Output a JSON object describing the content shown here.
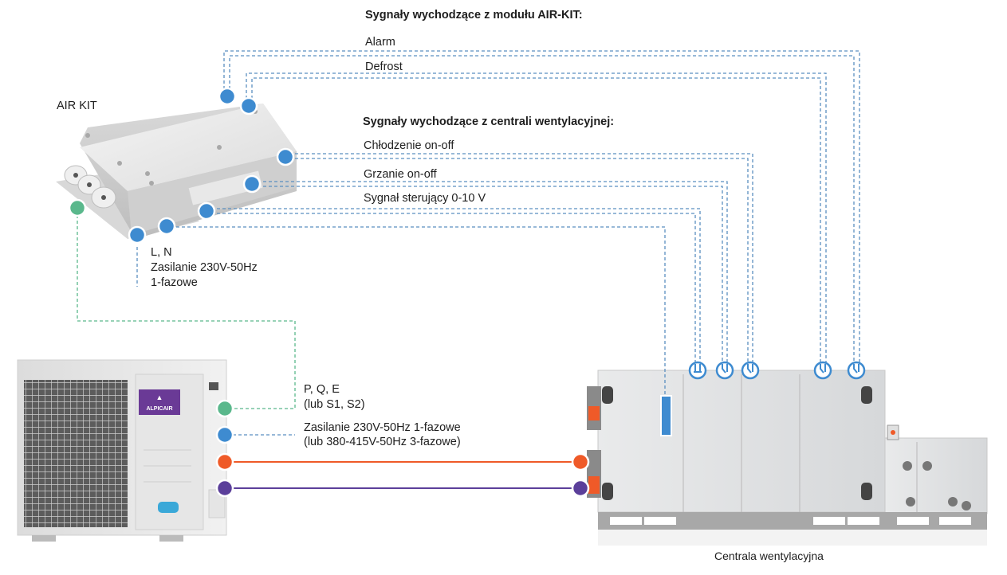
{
  "colors": {
    "signal_blue": "#3e8bd0",
    "wire_dashed": "#5a8fc0",
    "comm_green": "#5ab88c",
    "power_orange": "#ef5a28",
    "power_purple": "#5b3f9a",
    "brand_purple": "#6a3a96"
  },
  "headers": {
    "airkit_signals": "Sygnały wychodzące z modułu AIR-KIT:",
    "ahu_signals": "Sygnały wychodzące z centrali wentylacyjnej:"
  },
  "airkit_signals": [
    {
      "label": "Alarm"
    },
    {
      "label": "Defrost"
    }
  ],
  "ahu_signals": [
    {
      "label": "Chłodzenie on-off"
    },
    {
      "label": "Grzanie on-off"
    },
    {
      "label": "Sygnał sterujący 0-10 V"
    }
  ],
  "devices": {
    "air_kit": {
      "label": "AIR KIT"
    },
    "outdoor_unit": {
      "brand": "ALPICAIR"
    },
    "ahu": {
      "label": "Centrala wentylacyjna"
    }
  },
  "airkit_power": {
    "line1": "L, N",
    "line2": "Zasilanie 230V-50Hz",
    "line3": "1-fazowe"
  },
  "outdoor_connections": {
    "comm": {
      "line1": "P, Q, E",
      "line2": "(lub S1, S2)"
    },
    "power": {
      "line1": "Zasilanie 230V-50Hz 1-fazowe",
      "line2": "(lub 380-415V-50Hz 3-fazowe)"
    }
  }
}
